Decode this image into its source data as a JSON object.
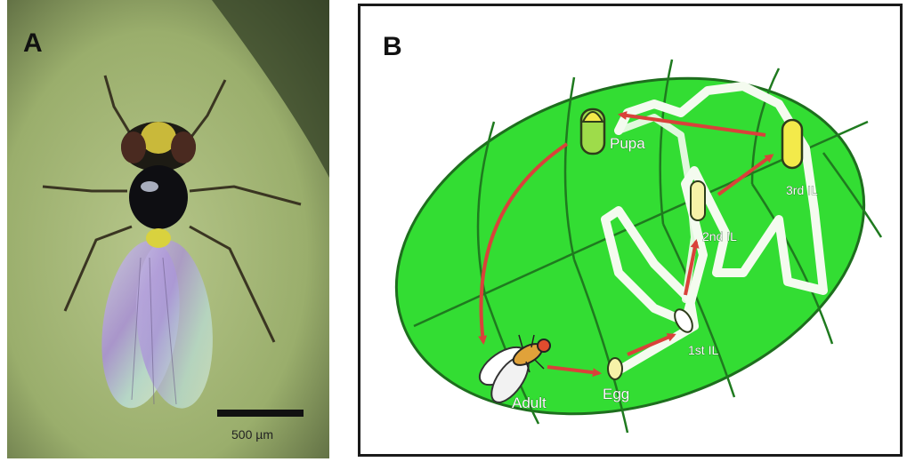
{
  "panel_a": {
    "letter": "A",
    "scale_bar_label": "500 µm"
  },
  "panel_b": {
    "letter": "B",
    "stages": {
      "pupa": "Pupa",
      "third": "3rd IL",
      "second": "2nd IL",
      "first": "1st IL",
      "egg": "Egg",
      "adult": "Adult"
    }
  },
  "colors": {
    "leaf": "#33dd33",
    "arrow": "#d9423a",
    "mine": "#f4fbef",
    "larva": "#f3ea4a",
    "photo_bg": "#a7b87a"
  }
}
